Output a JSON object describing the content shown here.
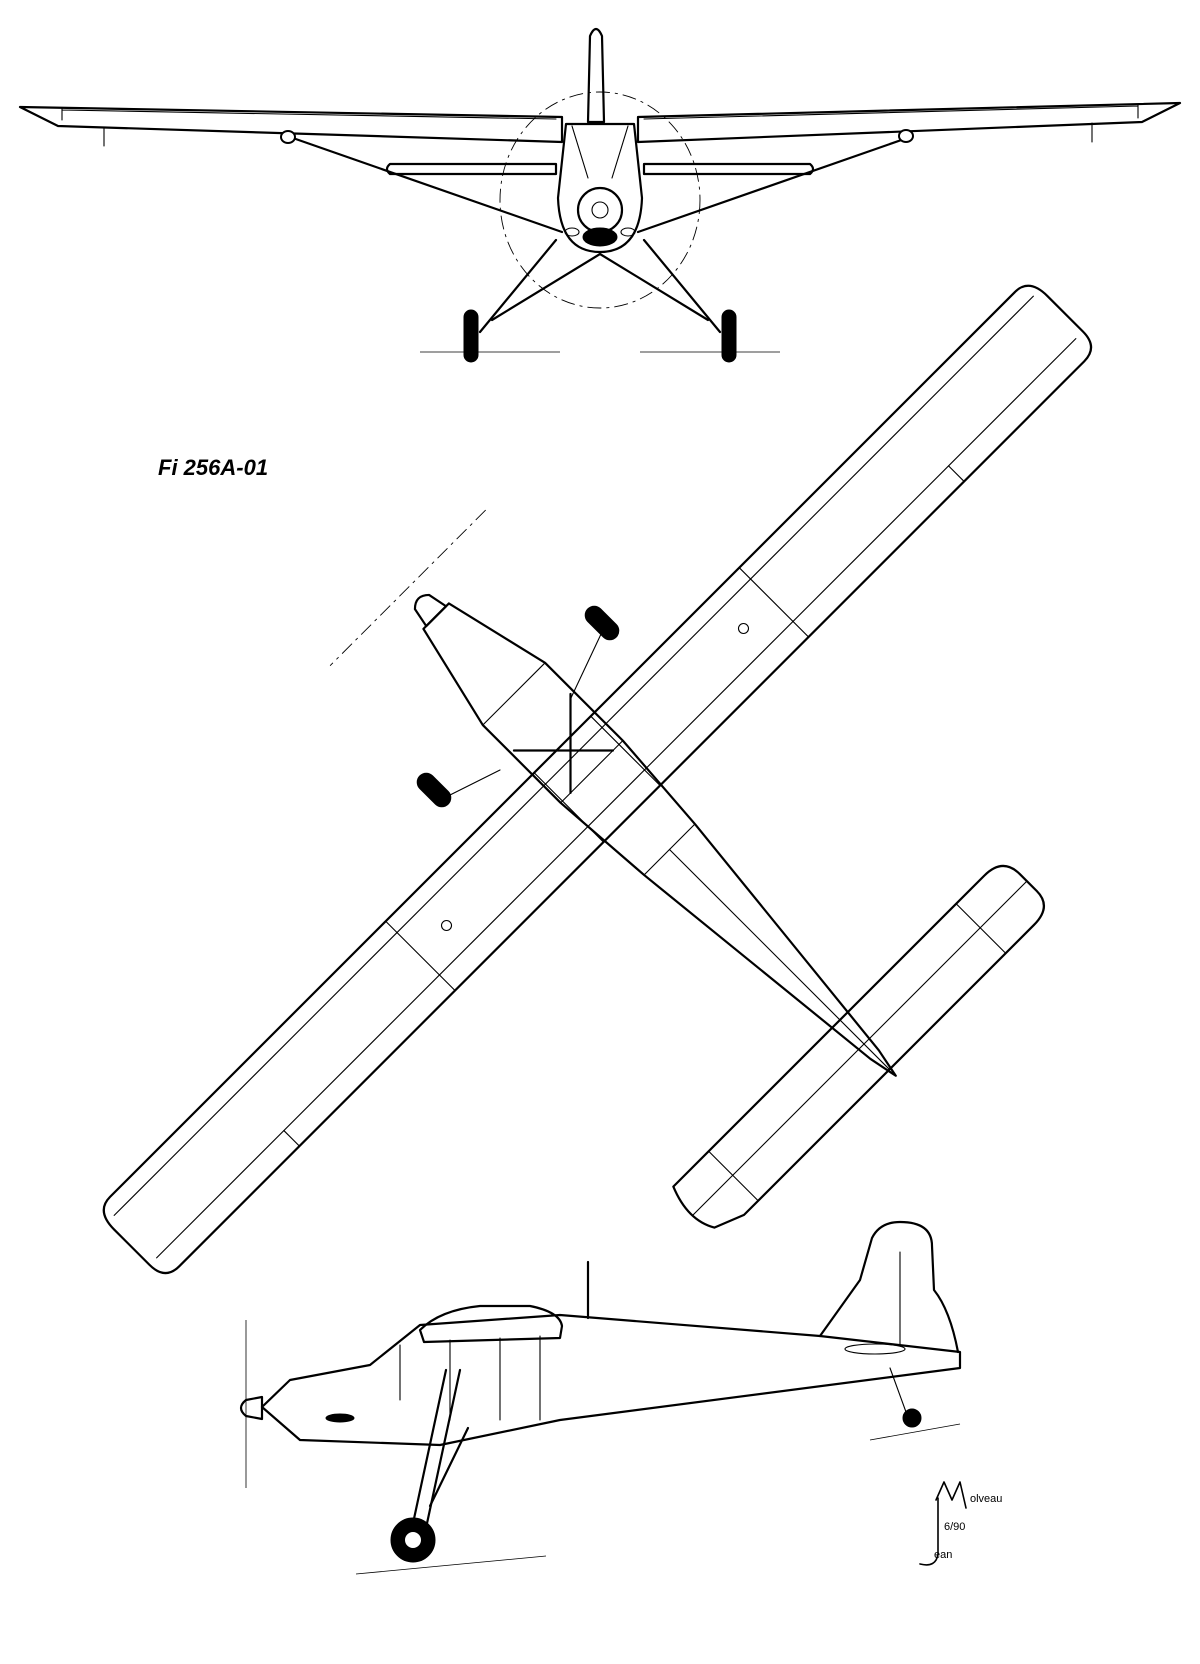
{
  "drawing": {
    "title": "Fi 256A-01",
    "signature": "Jean Molveau 6/90"
  },
  "colors": {
    "ink": "#000000",
    "paper": "#ffffff"
  },
  "views": [
    "front-view",
    "top-view",
    "side-view"
  ]
}
